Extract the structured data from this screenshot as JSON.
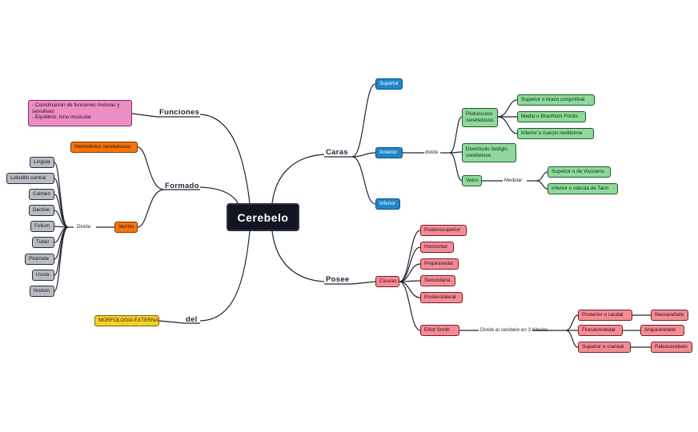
{
  "root": "Cerebelo",
  "branches": {
    "caras": "Caras",
    "posee": "Posee",
    "funciones": "Funciones",
    "formado": "Formado",
    "del": "del"
  },
  "caras": {
    "superior": "Superior",
    "anterior": "Anterior",
    "inferior": "Inferior",
    "divide_label": "divide",
    "pedunculos": "Pedunculos cerebelosos",
    "pedunculos_items": [
      "Superior o brazo conjuntival",
      "Medio o Brachium Pontis",
      "Inferior o cuerpo restiforme"
    ],
    "diverticulo": "Diverticulo fastigio cerebeloso",
    "velos": "Velos",
    "medular_label": "Medular",
    "velos_items": [
      "Superior o de Viussens",
      "Inferior o válvula de Tarin"
    ]
  },
  "posee": {
    "cisuras": "Cisuras",
    "cisuras_items": [
      "Posterosuperior",
      "Horizontal",
      "Prepiramidal",
      "Secundaria",
      "Posterolateral"
    ],
    "elliot": "Elliot Smith",
    "elliot_label": "Divide al cerebelo en 3 lóbulos",
    "lobulos": [
      {
        "name": "Posterior o caudal",
        "result": "Neocerebelo"
      },
      {
        "name": "Floculonodular",
        "result": "Arquicerebelo"
      },
      {
        "name": "Superior o craneal",
        "result": "Paleocerebelo"
      }
    ]
  },
  "funciones": {
    "text": "- Coordinación de funciones motoras y sensitivas\n- Equilibrio, tono muscular"
  },
  "formado": {
    "hemisferios": "Hemisferios cerebelosos",
    "vermis": "Vermis",
    "divide_label": "Divide",
    "vermis_items": [
      "Lingula",
      "Lobulillo central",
      "Culmen",
      "Declive",
      "Folium",
      "Tuber",
      "Pirámide",
      "Uvula",
      "Nodulo"
    ]
  },
  "del": {
    "morfologia": "MORFOLOGIA EXTERNA"
  },
  "colors": {
    "root": "#121521",
    "blue": "#1f86c9",
    "green": "#8fd99a",
    "red": "#f48c95",
    "gray": "#b9bcc4",
    "orange": "#f7740d",
    "pink": "#ec8ec3",
    "yellow": "#f7cf2c",
    "line": "#1f2433"
  }
}
